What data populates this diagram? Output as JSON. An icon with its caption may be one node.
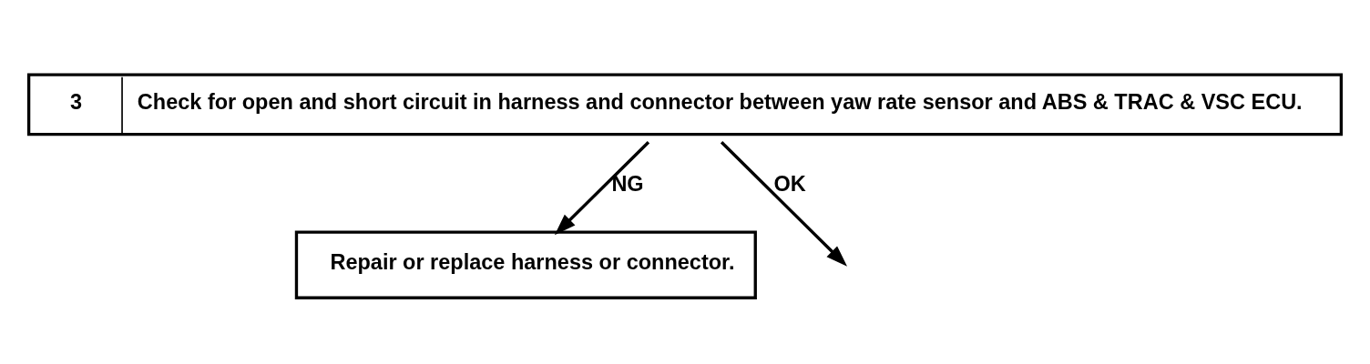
{
  "diagram": {
    "nodes": [
      {
        "text": [
          "3",
          "Check for open and short circuit in harness and connector between yaw rate sensor and ABS & TRAC & VSC ECU."
        ]
      },
      {
        "text": [
          "Repair or replace harness or connector."
        ]
      }
    ],
    "edges": [
      {
        "from": 0,
        "to": 1,
        "arrow": "to",
        "label": "NG"
      },
      {
        "from": 0,
        "to": null,
        "arrow": "to",
        "label": "OK"
      }
    ]
  }
}
